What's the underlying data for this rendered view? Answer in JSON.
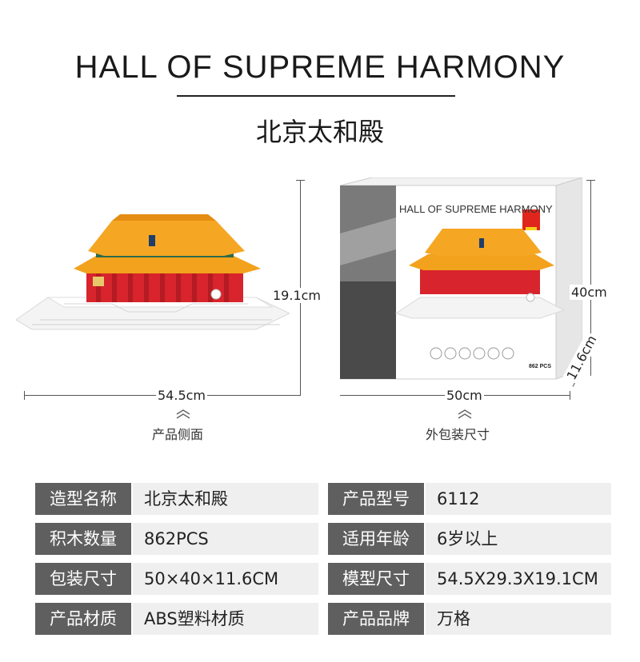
{
  "title_en": "HALL OF SUPREME HARMONY",
  "title_zh": "北京太和殿",
  "dimensions": {
    "model_length": "54.5cm",
    "model_height": "19.1cm",
    "box_width": "50cm",
    "box_height": "40cm",
    "box_depth": "11.6cm"
  },
  "captions": {
    "model_side": "产品侧面",
    "box_size": "外包装尺寸"
  },
  "box_art": {
    "title": "HALL OF SUPREME HARMONY",
    "pcs": "862 PCS"
  },
  "specs": [
    {
      "label": "造型名称",
      "value": "北京太和殿"
    },
    {
      "label": "产品型号",
      "value": "6112"
    },
    {
      "label": "积木数量",
      "value": "862PCS"
    },
    {
      "label": "适用年龄",
      "value": "6岁以上"
    },
    {
      "label": "包装尺寸",
      "value": "50×40×11.6CM"
    },
    {
      "label": "模型尺寸",
      "value": "54.5X29.3X19.1CM"
    },
    {
      "label": "产品材质",
      "value": "ABS塑料材质"
    },
    {
      "label": "产品品牌",
      "value": "万格"
    }
  ],
  "colors": {
    "roof": "#f2a21c",
    "walls": "#d8242c",
    "base": "#f4f4f4",
    "label_bg": "#5f5f5f",
    "value_bg": "#efefef"
  }
}
